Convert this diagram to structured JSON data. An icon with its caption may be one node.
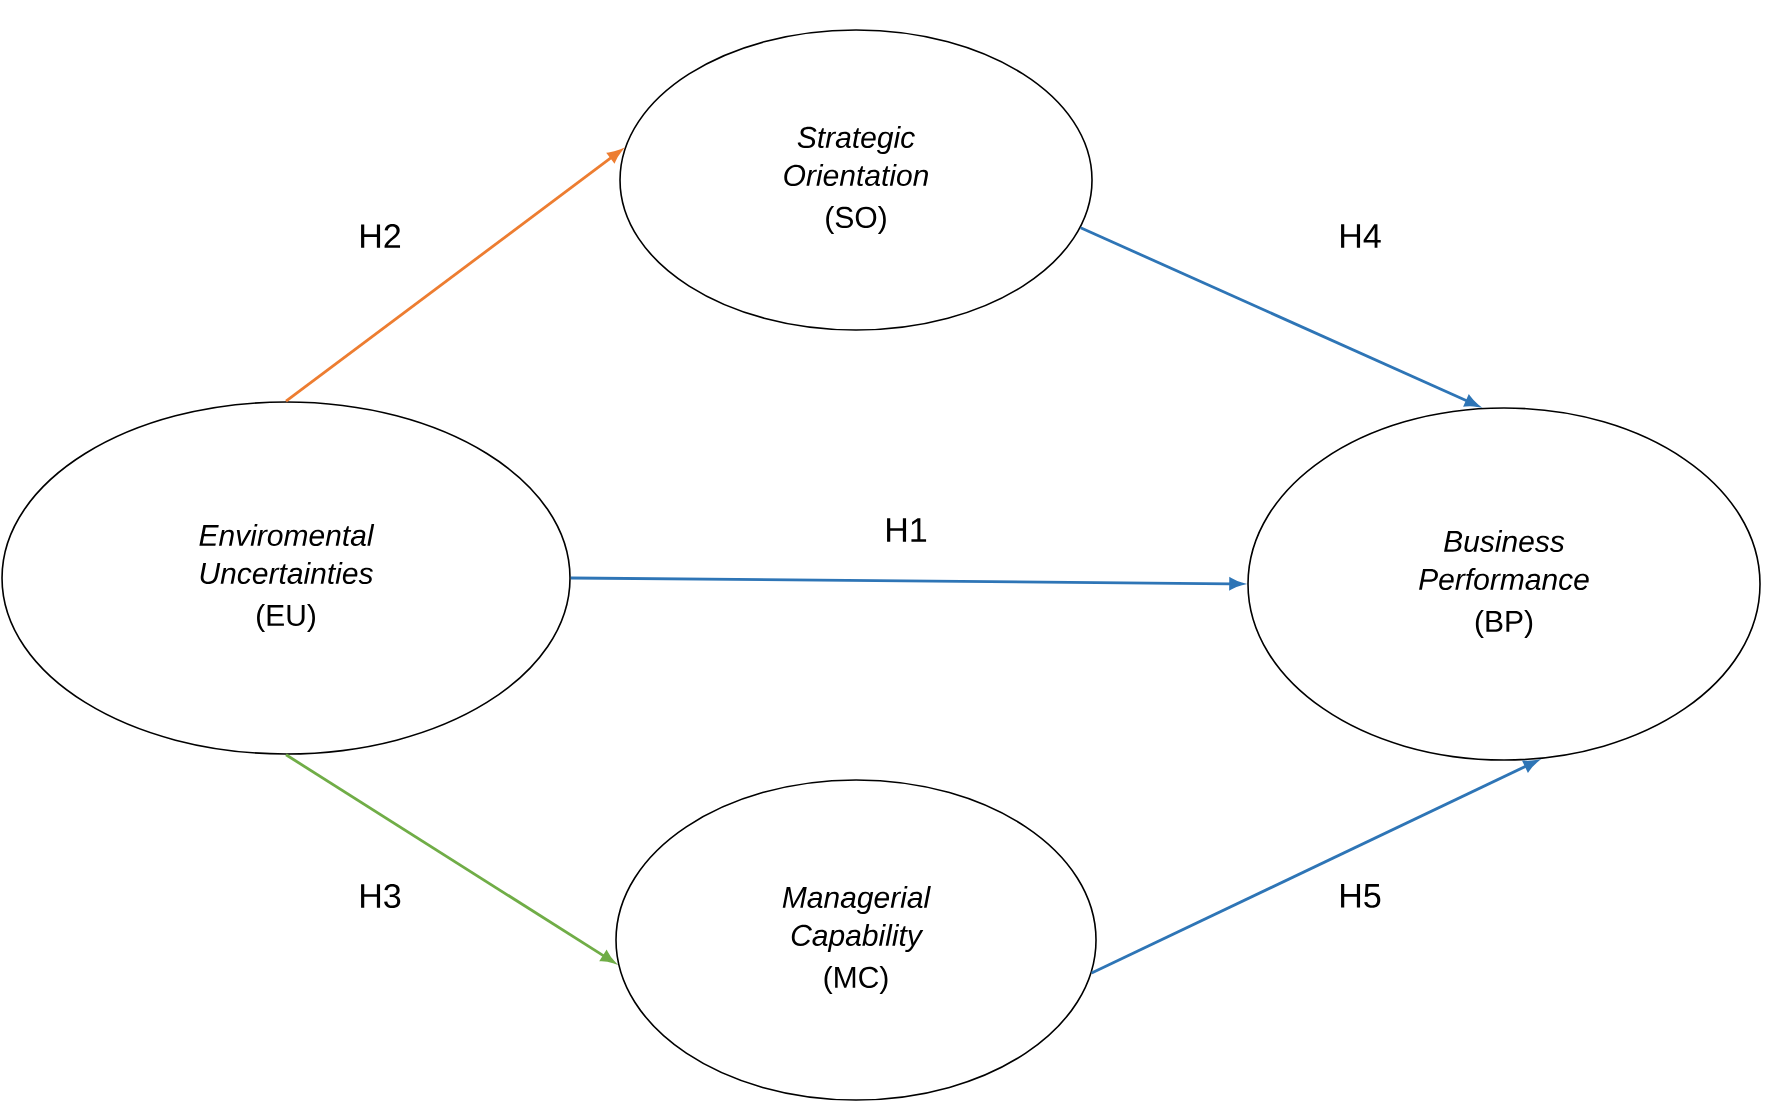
{
  "diagram": {
    "nodes": [
      {
        "text": [
          "Enviromental Uncertainties",
          "(EU)"
        ]
      },
      {
        "text": [
          "Strategic Orientation",
          "(SO)"
        ]
      },
      {
        "text": [
          "Business Performance",
          "(BP)"
        ]
      },
      {
        "text": [
          "Managerial Capability",
          "(MC)"
        ]
      }
    ],
    "edges": [
      {
        "from": 0,
        "to": 1,
        "arrow": "to",
        "label": "H2",
        "color": "#ed7d31"
      },
      {
        "from": 0,
        "to": 2,
        "arrow": "to",
        "label": "H1"
      },
      {
        "from": 0,
        "to": 3,
        "arrow": "to",
        "label": "H3",
        "color": "#70ad47"
      },
      {
        "from": 1,
        "to": 2,
        "arrow": "to",
        "label": "H4"
      },
      {
        "from": 3,
        "to": 2,
        "arrow": "to",
        "label": "H5"
      }
    ]
  }
}
